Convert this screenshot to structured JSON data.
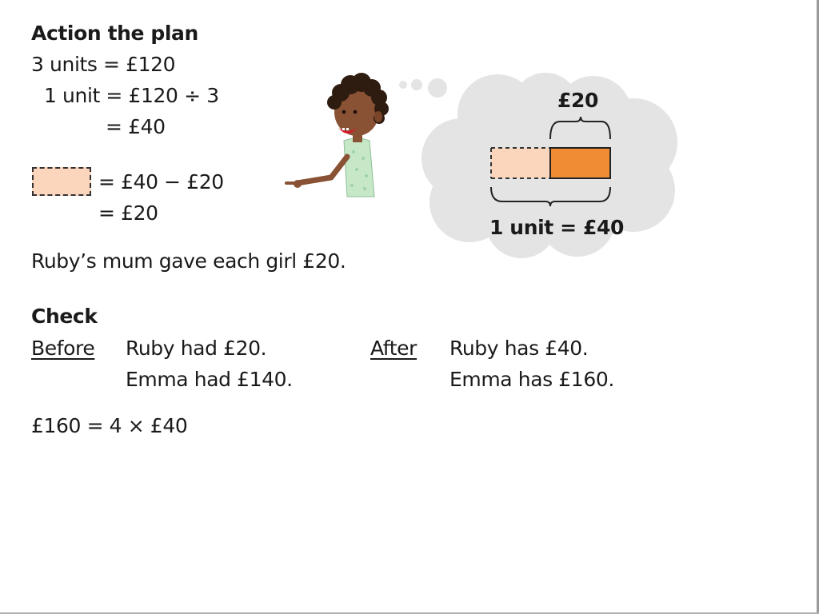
{
  "plan": {
    "heading": "Action the plan",
    "line1": "3 units = £120",
    "line2": "1 unit = £120 ÷ 3",
    "line3": "= £40",
    "box_eq1": "= £40 − £20",
    "box_eq2": "= £20",
    "conclusion": "Ruby’s mum gave each girl £20."
  },
  "thought": {
    "top_label": "£20",
    "bottom_label": "1 unit = £40",
    "colors": {
      "light": "#fcd5bd",
      "dark": "#f08d34",
      "cloud": "#e4e4e4"
    }
  },
  "check": {
    "heading": "Check",
    "before_label": "Before",
    "before_line1": "Ruby had £20.",
    "before_line2": "Emma had £140.",
    "after_label": "After",
    "after_line1": "Ruby has £40.",
    "after_line2": "Emma has £160.",
    "equation": "£160 = 4 × £40"
  }
}
